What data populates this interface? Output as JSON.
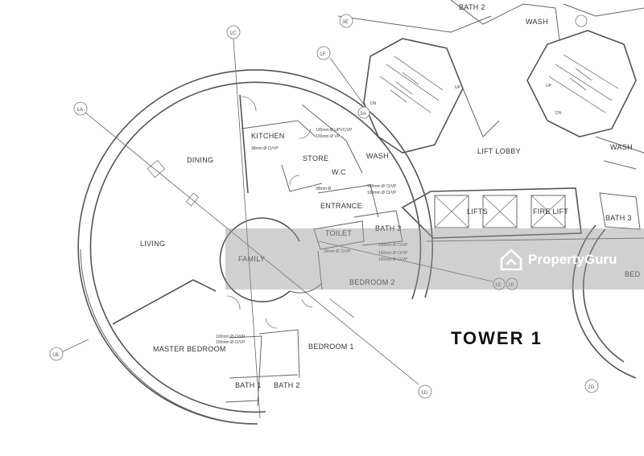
{
  "tower_title": "TOWER 1",
  "rooms": {
    "dining": "DINING",
    "living": "LIVING",
    "kitchen": "KITCHEN",
    "store": "STORE",
    "wash_unit": "WASH",
    "wc": "W.C",
    "entrance": "ENTRANCE",
    "bath3_unit": "BATH 3",
    "toilet": "TOILET",
    "family": "FAMILY",
    "bedroom2": "BEDROOM 2",
    "master_bedroom": "MASTER BEDROOM",
    "bedroom1": "BEDROOM 1",
    "bath1": "BATH 1",
    "bath2": "BATH 2",
    "lift_lobby": "LIFT   LOBBY",
    "lifts": "LIFTS",
    "fire_lift": "FIRE LIFT",
    "wash_top": "WASH",
    "wash_right": "WASH",
    "bath2_top": "BATH 2",
    "bath3_right": "BATH 3",
    "bedroom_right": "BED"
  },
  "grid_marks": [
    "1A",
    "1B",
    "1C",
    "1D",
    "1E",
    "2E",
    "1F",
    "2D",
    "3E",
    "3A"
  ],
  "notes": {
    "kitchen_pipe": "38mm Ø CI/VP",
    "store_pipe_1": "100mm Ø UPVC/VP",
    "store_pipe_2": "100mm Ø VP",
    "entrance_pipe_1": "100mm Ø CI/VP",
    "entrance_pipe_2": "100mm Ø CI/VP",
    "wc_pipe": "38mm Ø",
    "toilet_pipe_1": "100mm Ø CI/VP",
    "toilet_pipe_2": "38mm Ø CI/VP",
    "toilet_pipe_3": "100mm Ø CI/VP",
    "toilet_pipe_4": "100mm Ø CI/VP",
    "master_pipe_1": "100mm Ø CI/VP",
    "master_pipe_2": "100mm Ø CI/VP",
    "up": "UP",
    "dn": "DN"
  },
  "watermark": {
    "brand": "PropertyGuru",
    "logo_icon": "house-outline-icon"
  }
}
